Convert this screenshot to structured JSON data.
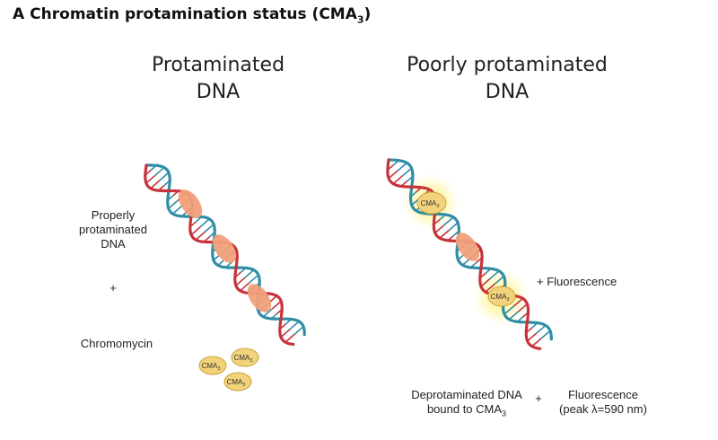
{
  "panel": {
    "letter": "A",
    "title": "Chromatin protamination status (CMA",
    "title_sub": "3",
    "title_close": ")"
  },
  "left": {
    "title_line1": "Protaminated",
    "title_line2": "DNA",
    "label_dna": [
      "Properly",
      "protaminated",
      "DNA"
    ],
    "plus": "+",
    "label_chromo": "Chromomycin",
    "bead_label": "CMA",
    "bead_sub": "3"
  },
  "right": {
    "title_line1": "Poorly protaminated",
    "title_line2": "DNA",
    "fluorescence_label": "+  Fluorescence",
    "bottom_left_line1": "Deprotaminated DNA",
    "bottom_left_line2": "bound to CMA",
    "bottom_left_sub": "3",
    "plus": "+",
    "bottom_right_line1": "Fluorescence",
    "bottom_right_line2": "(peak λ=590 nm)",
    "bead_label": "CMA",
    "bead_sub": "3"
  },
  "colors": {
    "strand_red": "#c8323a",
    "strand_teal": "#2f8ea6",
    "protamine": "#f0a07a",
    "cma_fill": "#f2d27a",
    "cma_stroke": "#c9a43e",
    "glow": "#fff4a0"
  }
}
